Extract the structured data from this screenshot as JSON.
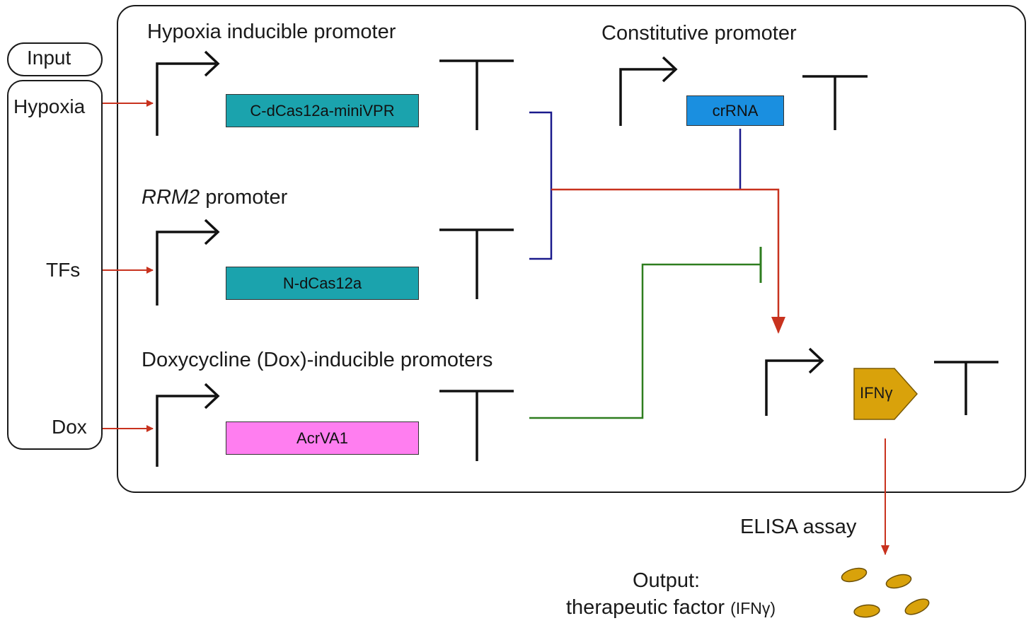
{
  "labels": {
    "input": "Input",
    "hypoxia": "Hypoxia",
    "tfs": "TFs",
    "dox": "Dox",
    "hypoxia_promoter": "Hypoxia inducible promoter",
    "rrm2_italic": "RRM2",
    "rrm2_rest": " promoter",
    "dox_promoter": "Doxycycline (Dox)-inducible promoters",
    "constitutive_promoter": "Constitutive promoter",
    "elisa": "ELISA assay",
    "output_line1": "Output:",
    "output_line2_main": "therapeutic factor ",
    "output_line2_small": "(IFNγ)"
  },
  "genes": {
    "c_dcas12a": "C-dCas12a-miniVPR",
    "n_dcas12a": "N-dCas12a",
    "acrva1": "AcrVA1",
    "crrna": "crRNA",
    "ifng": "IFNγ"
  },
  "colors": {
    "teal": "#1ba3ad",
    "pink": "#ff7ef0",
    "blue_box": "#1a8fe0",
    "gold": "#d9a20b",
    "red": "#c8321e",
    "navy": "#1a1a8c",
    "green": "#2e7d1f",
    "black": "#111111"
  },
  "icons": {
    "promoter": "bent-arrow-promoter-icon",
    "terminator": "t-terminator-icon",
    "activation": "arrow-icon",
    "inhibition": "t-bar-inhibition-icon",
    "protein": "ellipse-protein-icon"
  }
}
